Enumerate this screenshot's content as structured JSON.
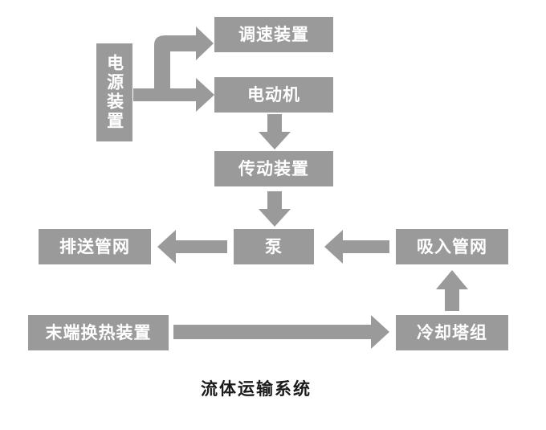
{
  "diagram": {
    "title": "流体运输系统",
    "node_color": "#9a9a9a",
    "arrow_color": "#9a9a9a",
    "text_color": "#ffffff",
    "caption_color": "#1a1a1a",
    "nodes": [
      {
        "id": "speed-regulator",
        "label": "调速装置"
      },
      {
        "id": "power-supply",
        "label": "电源装置"
      },
      {
        "id": "motor",
        "label": "电动机"
      },
      {
        "id": "transmission",
        "label": "传动装置"
      },
      {
        "id": "pump",
        "label": "泵"
      },
      {
        "id": "discharge-network",
        "label": "排送管网"
      },
      {
        "id": "suction-network",
        "label": "吸入管网"
      },
      {
        "id": "terminal-heat-exchanger",
        "label": "末端换热装置"
      },
      {
        "id": "cooling-tower-group",
        "label": "冷却塔组"
      }
    ],
    "arrows": [
      {
        "id": "power-to-speed-regulator",
        "direction": "up-right"
      },
      {
        "id": "power-to-motor",
        "direction": "right"
      },
      {
        "id": "motor-to-transmission",
        "direction": "down"
      },
      {
        "id": "transmission-to-pump",
        "direction": "down"
      },
      {
        "id": "pump-to-discharge",
        "direction": "left"
      },
      {
        "id": "suction-to-pump",
        "direction": "left"
      },
      {
        "id": "cooling-tower-to-suction",
        "direction": "up"
      },
      {
        "id": "terminal-to-cooling-tower",
        "direction": "right"
      }
    ]
  }
}
